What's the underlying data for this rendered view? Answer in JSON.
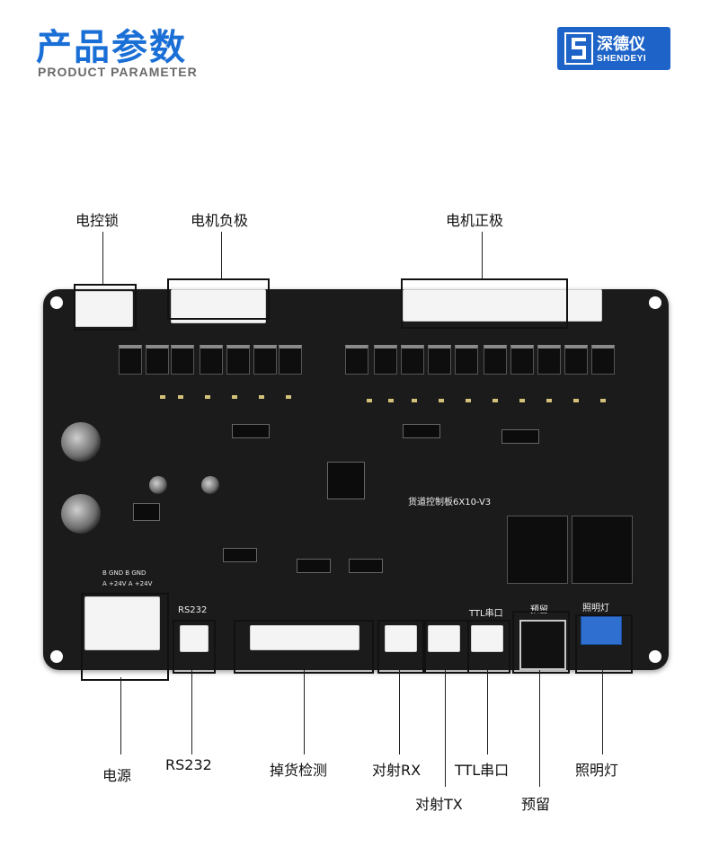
{
  "header": {
    "title": "产品参数",
    "subtitle": "PRODUCT PARAMETER"
  },
  "logo": {
    "name_cn": "深德仪",
    "name_en": "SHENDEYI",
    "color": "#1d63c8"
  },
  "colors": {
    "accent": "#1a6fd6",
    "board": "#1b1b1b"
  },
  "board": {
    "model_label": "货道控制板6X10-V3",
    "silk_rs232": "RS232",
    "silk_ttl": "TTL串口",
    "silk_reserve": "预留",
    "silk_light": "照明灯",
    "silk_power": "B   GND   B   GND",
    "silk_voltage": "A  +24V  A  +24V"
  },
  "callouts": {
    "lock": "电控锁",
    "motor_neg": "电机负极",
    "motor_pos": "电机正极",
    "power": "电源",
    "rs232": "RS232",
    "drop_detect": "掉货检测",
    "rx": "对射RX",
    "tx": "对射TX",
    "ttl": "TTL串口",
    "reserve": "预留",
    "light": "照明灯"
  }
}
